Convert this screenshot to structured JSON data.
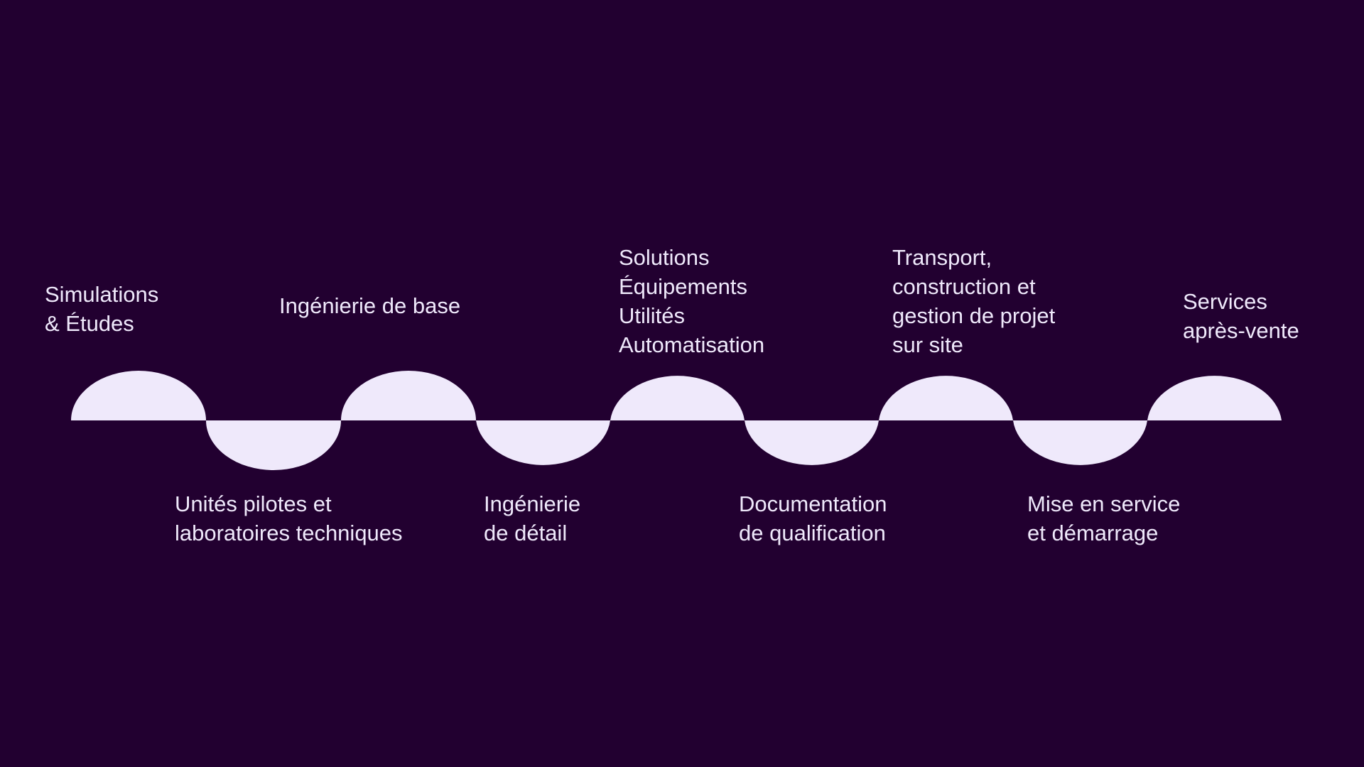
{
  "colors": {
    "background": "#220030",
    "shape": "#efe9fb",
    "text": "#efe9fb"
  },
  "steps_top": [
    {
      "lines": [
        "Simulations",
        "& Études"
      ]
    },
    {
      "lines": [
        "Ingénierie de base"
      ]
    },
    {
      "lines": [
        "Solutions",
        "Équipements",
        "Utilités",
        "Automatisation"
      ]
    },
    {
      "lines": [
        "Transport,",
        "construction et",
        "gestion de projet",
        "sur site"
      ]
    },
    {
      "lines": [
        "Services",
        "après-vente"
      ]
    }
  ],
  "steps_bottom": [
    {
      "lines": [
        "Unités pilotes et",
        "laboratoires techniques"
      ]
    },
    {
      "lines": [
        "Ingénierie",
        "de détail"
      ]
    },
    {
      "lines": [
        "Documentation",
        "de qualification"
      ]
    },
    {
      "lines": [
        "Mise en service",
        "et démarrage"
      ]
    }
  ]
}
